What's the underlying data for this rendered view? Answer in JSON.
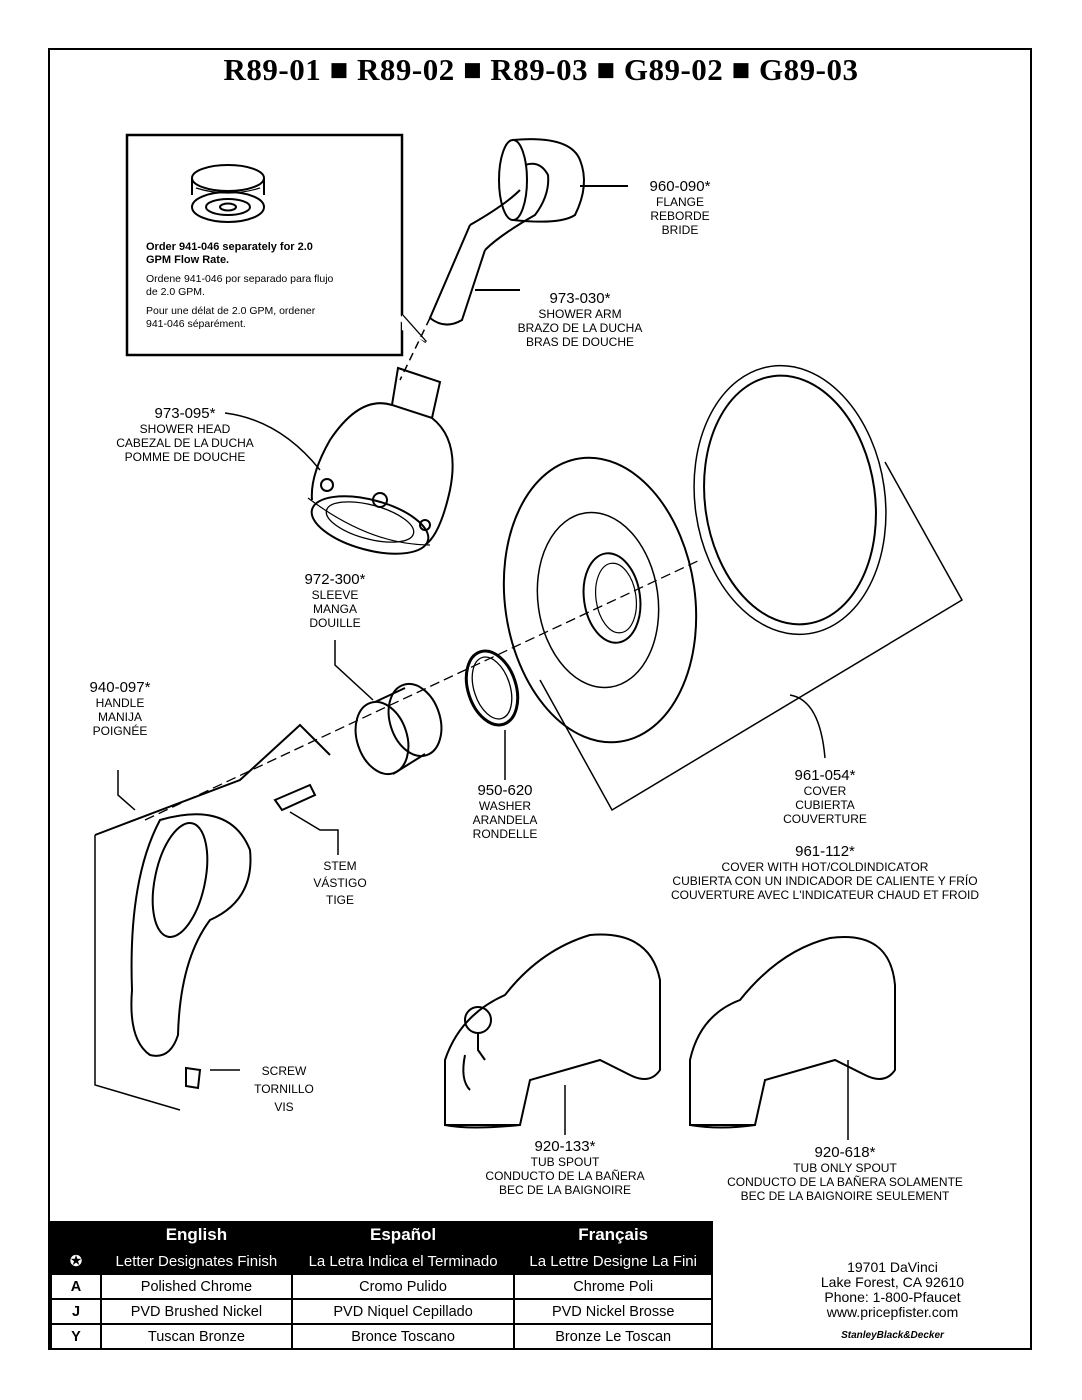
{
  "title": "R89-01  ■  R89-02  ■  R89-03  ■  G89-02  ■  G89-03",
  "callout": {
    "bold": "Order 941-046 separately for 2.0 GPM Flow Rate.",
    "es": "Ordene 941-046 por separado para flujo de 2.0 GPM.",
    "fr": "Pour une délat de 2.0 GPM, ordener 941-046 séparément."
  },
  "parts": {
    "flange": {
      "num": "960-090*",
      "l1": "FLANGE",
      "l2": "REBORDE",
      "l3": "BRIDE"
    },
    "arm": {
      "num": "973-030*",
      "l1": "SHOWER ARM",
      "l2": "BRAZO DE LA DUCHA",
      "l3": "BRAS DE DOUCHE"
    },
    "head": {
      "num": "973-095*",
      "l1": "SHOWER HEAD",
      "l2": "CABEZAL DE LA DUCHA",
      "l3": "POMME DE DOUCHE"
    },
    "sleeve": {
      "num": "972-300*",
      "l1": "SLEEVE",
      "l2": "MANGA",
      "l3": "DOUILLE"
    },
    "handle": {
      "num": "940-097*",
      "l1": "HANDLE",
      "l2": "MANIJA",
      "l3": "POIGNÉE"
    },
    "washer": {
      "num": "950-620",
      "l1": "WASHER",
      "l2": "ARANDELA",
      "l3": "RONDELLE"
    },
    "cover": {
      "num": "961-054*",
      "l1": "COVER",
      "l2": "CUBIERTA",
      "l3": "COUVERTURE"
    },
    "cover2": {
      "num": "961-112*",
      "l1": "COVER WITH HOT/COLDINDICATOR",
      "l2": "CUBIERTA CON UN INDICADOR DE CALIENTE Y FRÍO",
      "l3": "COUVERTURE AVEC L'INDICATEUR CHAUD ET FROID"
    },
    "stem": {
      "l1": "STEM",
      "l2": "VÁSTIGO",
      "l3": "TIGE"
    },
    "screw": {
      "l1": "SCREW",
      "l2": "TORNILLO",
      "l3": "VIS"
    },
    "tub_spout": {
      "num": "920-133*",
      "l1": "TUB SPOUT",
      "l2": "CONDUCTO DE LA BAÑERA",
      "l3": "BEC DE LA BAIGNOIRE"
    },
    "tub_only": {
      "num": "920-618*",
      "l1": "TUB ONLY SPOUT",
      "l2": "CONDUCTO DE LA BAÑERA SOLAMENTE",
      "l3": "BEC DE LA BAIGNOIRE SEULEMENT"
    }
  },
  "finish_table": {
    "headers": [
      "English",
      "Español",
      "Français"
    ],
    "subheaders": [
      "Letter Designates Finish",
      "La Letra Indica el Terminado",
      "La Lettre Designe La Fini"
    ],
    "rows": [
      {
        "code": "A",
        "en": "Polished Chrome",
        "es": "Cromo Pulido",
        "fr": "Chrome Poli"
      },
      {
        "code": "J",
        "en": "PVD Brushed Nickel",
        "es": "PVD Niquel Cepillado",
        "fr": "PVD Nickel Brosse"
      },
      {
        "code": "Y",
        "en": "Tuscan Bronze",
        "es": "Bronce Toscano",
        "fr": "Bronze Le Toscan"
      }
    ]
  },
  "address": {
    "line1": "19701 DaVinci",
    "line2": "Lake Forest, CA 92610",
    "line3": "Phone: 1-800-Pfaucet",
    "line4": "www.pricepfister.com"
  },
  "brand": "StanleyBlack&Decker"
}
